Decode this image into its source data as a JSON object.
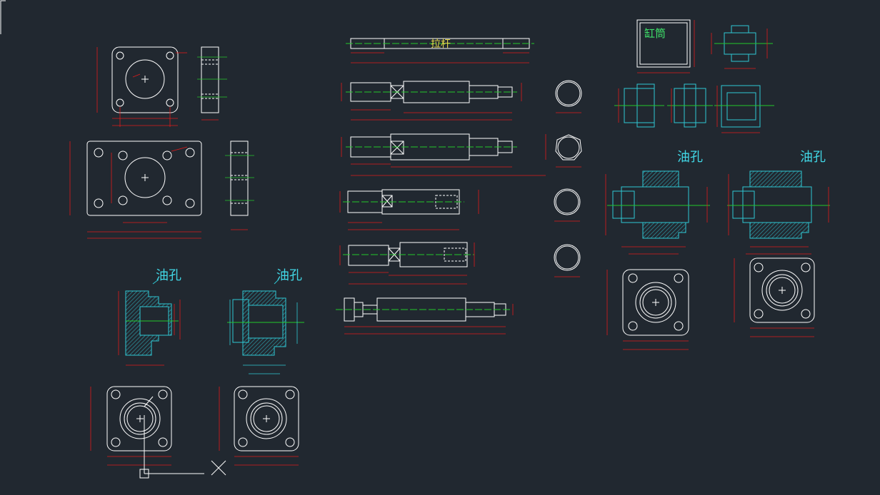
{
  "drawing": {
    "background": "#212830",
    "colors": {
      "outline": "#ffffff",
      "dimension": "#e01b1b",
      "centerline": "#24c92a",
      "section": "#2fc7d3",
      "hatch": "#2ea7b3",
      "text_oil": "#41d7e6",
      "text_rod": "#e6d84b",
      "text_cyl": "#3fe26a"
    },
    "labels": {
      "oil_hole": "油孔",
      "tie_rod": "拉杆",
      "cylinder_tube": "缸筒"
    }
  }
}
